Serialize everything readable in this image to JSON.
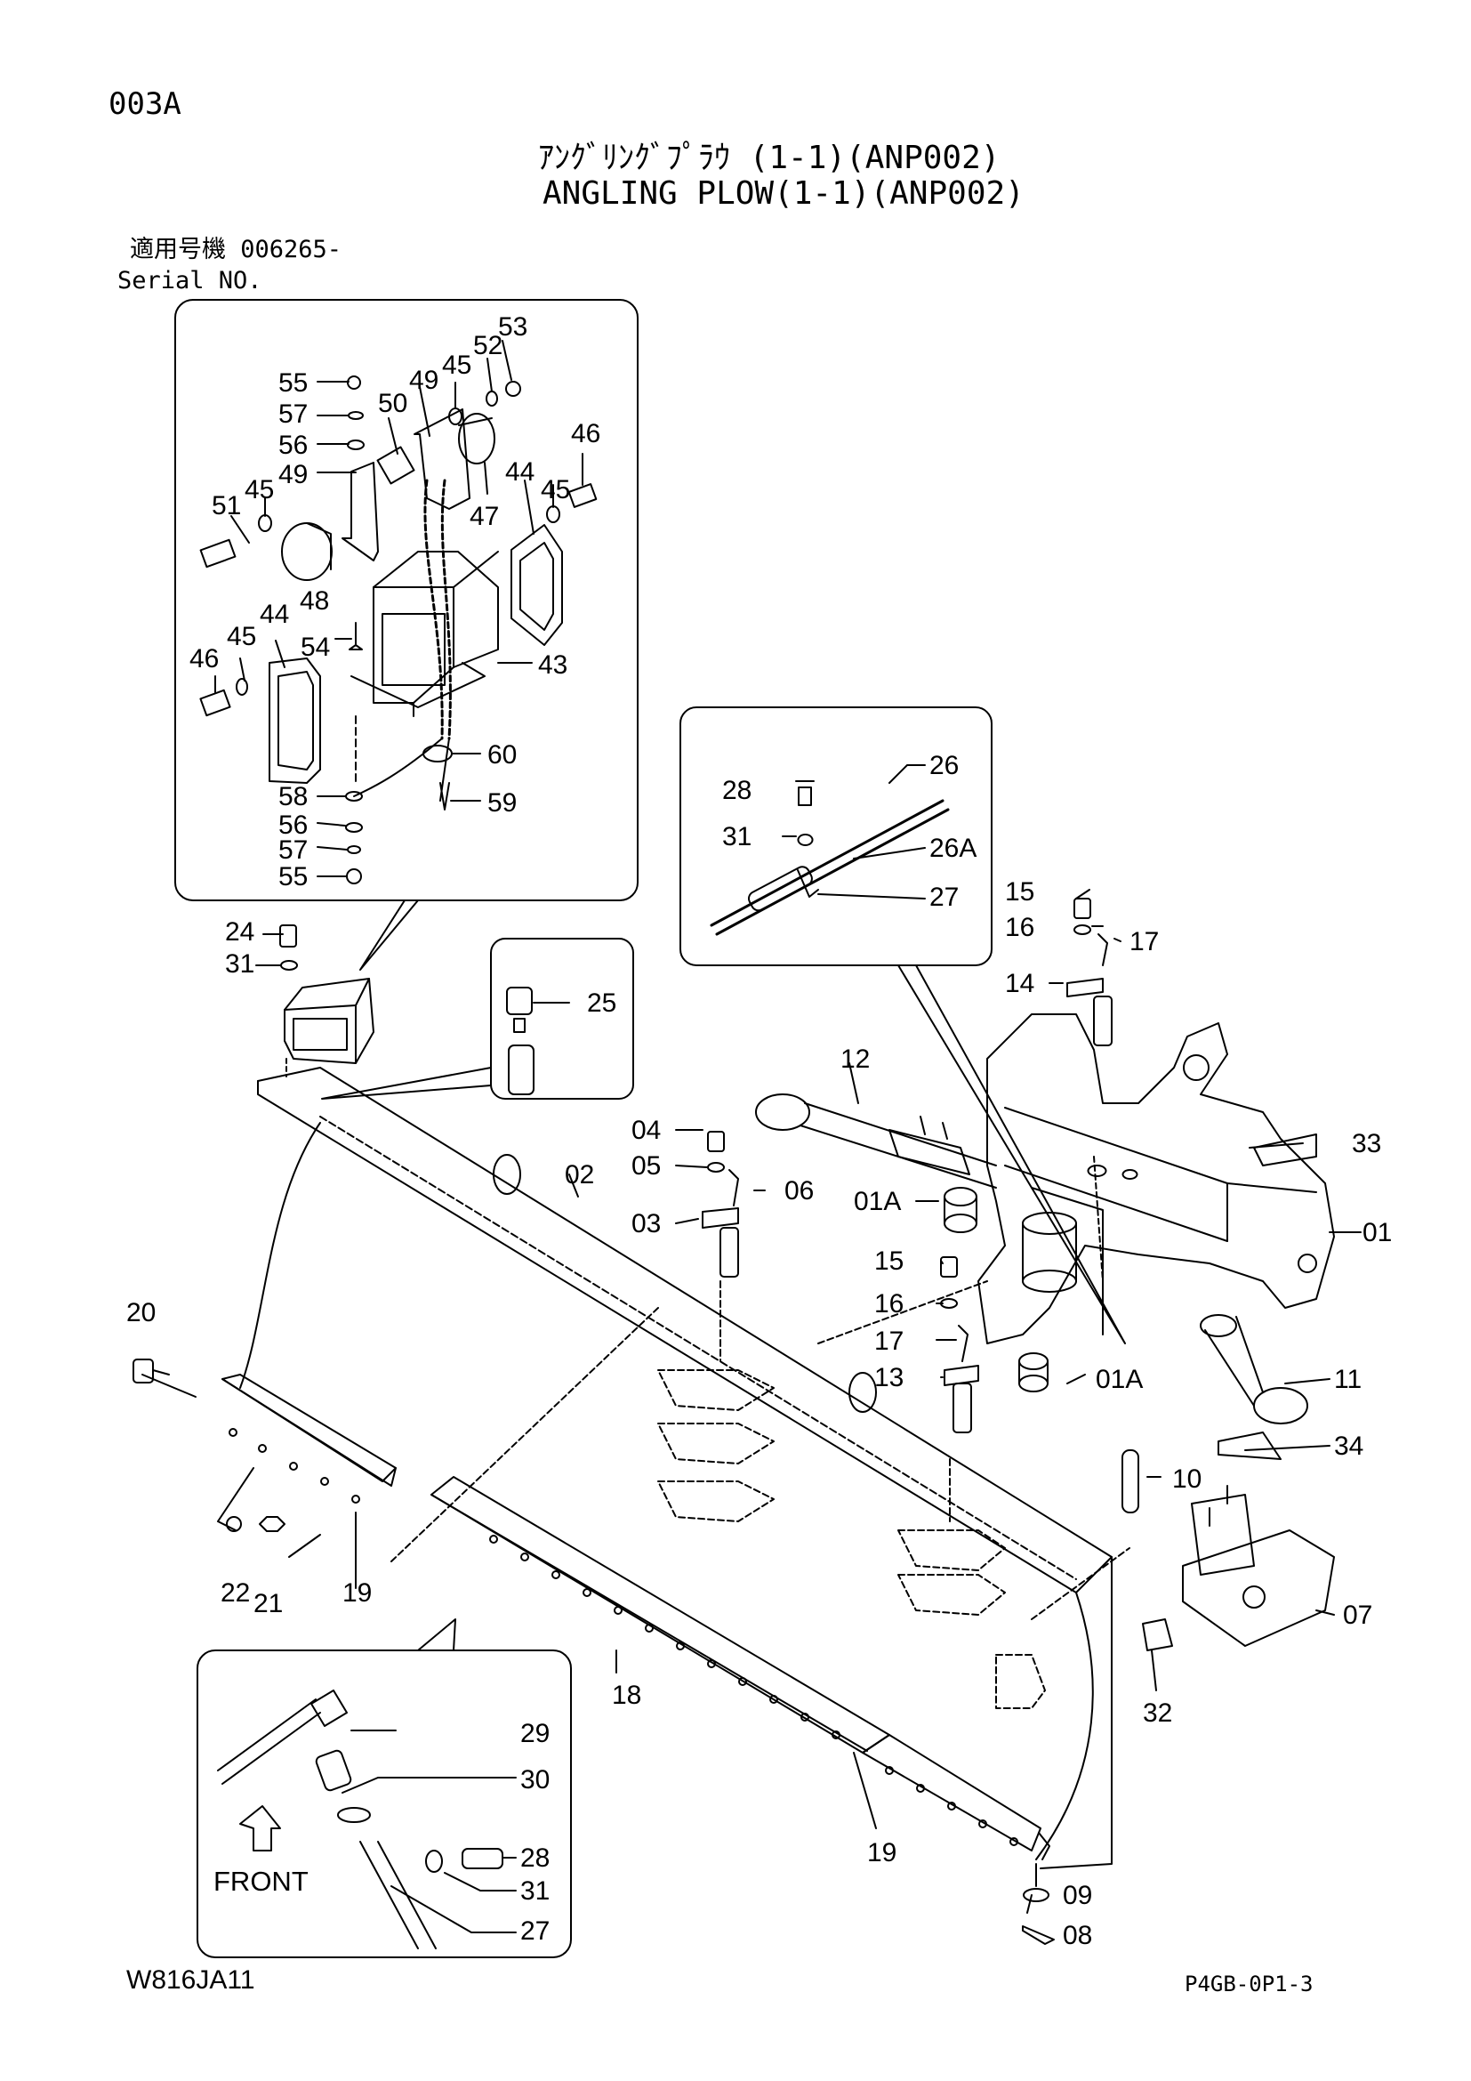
{
  "header": {
    "page_code": "003A",
    "title_jp": "ｱﾝｸﾞﾘﾝｸﾞﾌﾟﾗｳ (1-1)(ANP002)",
    "title_en": "ANGLING PLOW(1-1)(ANP002)",
    "serial_jp": "適用号機 006265-",
    "serial_en": "Serial NO."
  },
  "footer": {
    "left_code": "W816JA11",
    "right_code": "P4GB-0P1-3"
  },
  "labels": {
    "n53": "53",
    "n52": "52",
    "n45a": "45",
    "n55a": "55",
    "n57a": "57",
    "n50": "50",
    "n49a": "49",
    "n56a": "56",
    "n49b": "49",
    "n45b": "45",
    "n51": "51",
    "n45c": "45",
    "n46a": "46",
    "n44a": "44",
    "n47": "47",
    "n48": "48",
    "n54": "54",
    "n44b": "44",
    "n45d": "45",
    "n46b": "46",
    "n43": "43",
    "n60": "60",
    "n58": "58",
    "n59": "59",
    "n56b": "56",
    "n57b": "57",
    "n55b": "55",
    "n24": "24",
    "n31a": "31",
    "n25": "25",
    "n28a": "28",
    "n26": "26",
    "n31b": "31",
    "n26A": "26A",
    "n27a": "27",
    "n15a": "15",
    "n16a": "16",
    "n17a": "17",
    "n14": "14",
    "n12": "12",
    "n33": "33",
    "n04": "04",
    "n05": "05",
    "n06": "06",
    "n03": "03",
    "n02": "02",
    "n01A_a": "01A",
    "n01": "01",
    "n15b": "15",
    "n16b": "16",
    "n17b": "17",
    "n13": "13",
    "n01A_b": "01A",
    "n11": "11",
    "n34": "34",
    "n20": "20",
    "n10": "10",
    "n07": "07",
    "n22": "22",
    "n21": "21",
    "n19a": "19",
    "n18": "18",
    "n32": "32",
    "n29": "29",
    "n30": "30",
    "n28b": "28",
    "n31c": "31",
    "n27b": "27",
    "n19b": "19",
    "n09": "09",
    "n08": "08",
    "front": "FRONT"
  }
}
